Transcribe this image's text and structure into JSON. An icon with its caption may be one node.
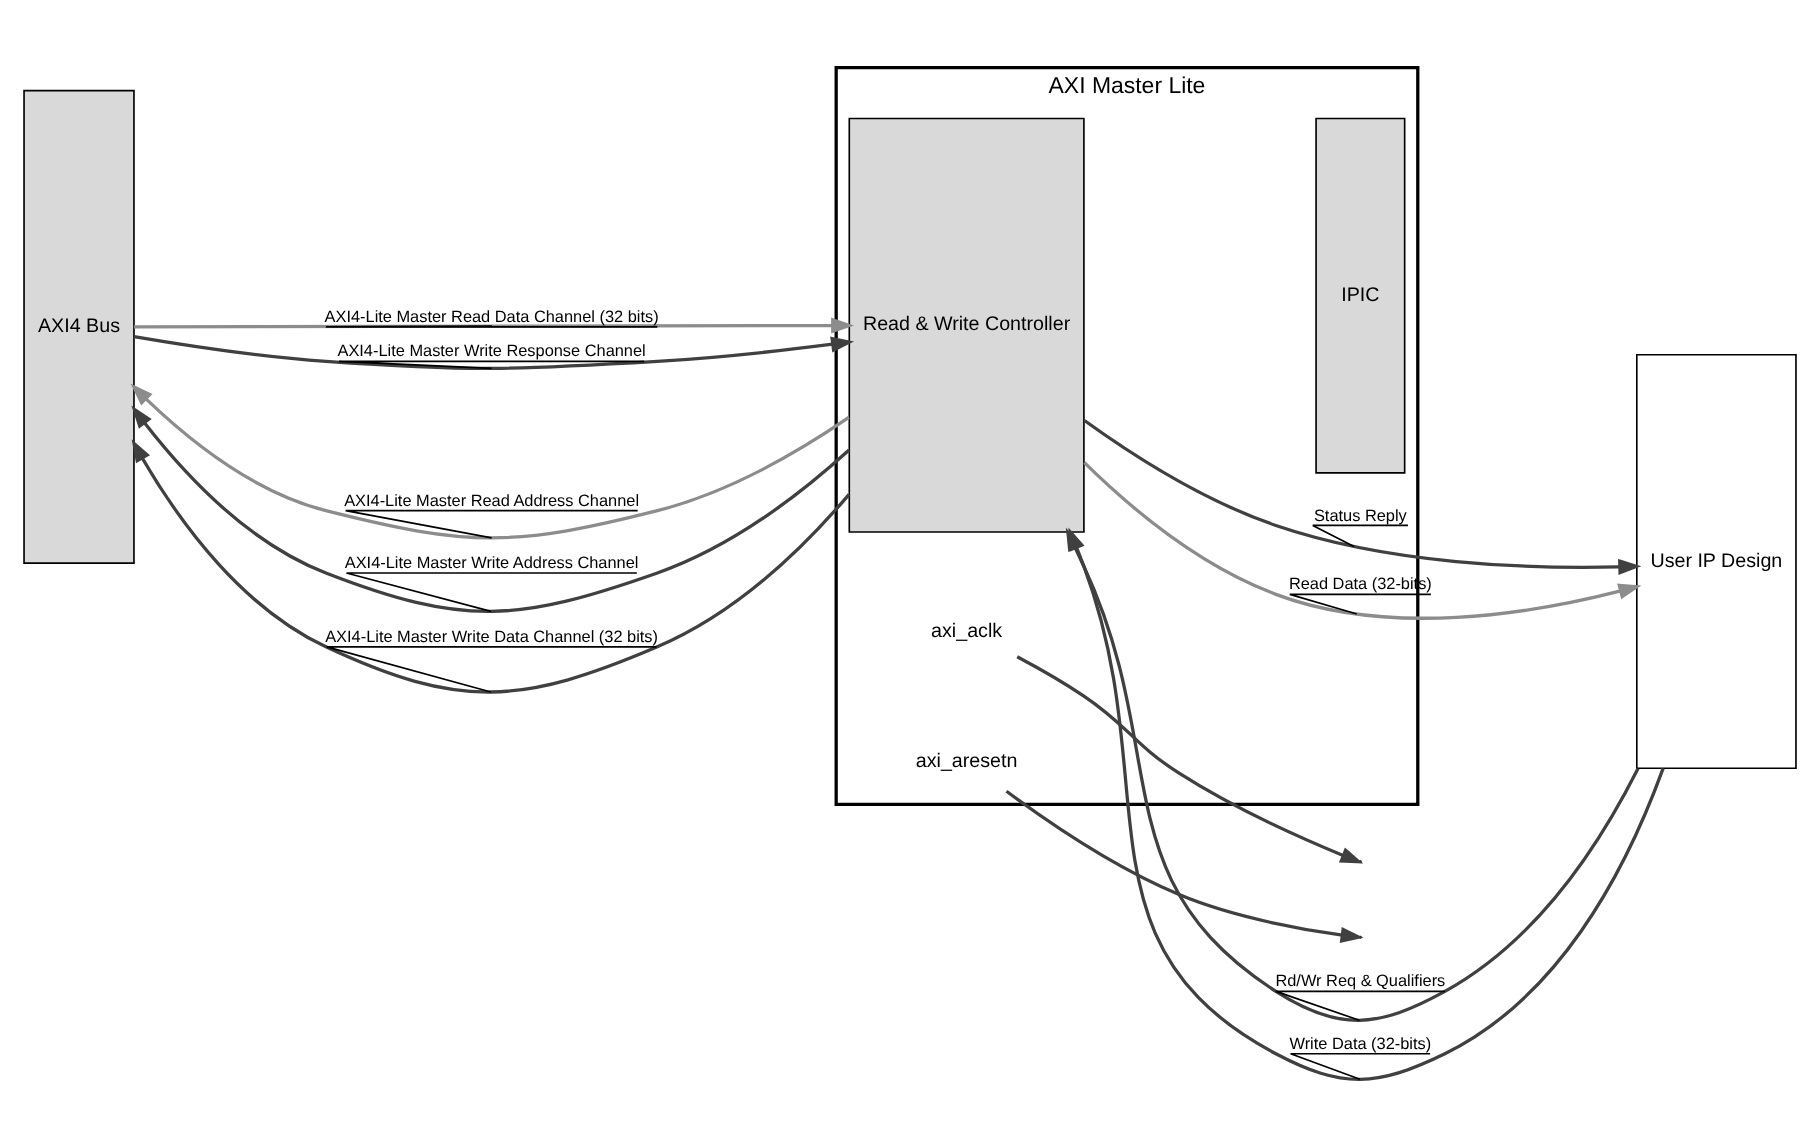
{
  "diagram": {
    "nodes": [
      {
        "text": [
          "AXI4 Bus"
        ]
      },
      {
        "text": [
          "AXI Master Lite"
        ]
      },
      {
        "text": [
          "Read & Write Controller"
        ],
        "in": 1
      },
      {
        "text": [
          "IPIC"
        ],
        "in": 1
      },
      {
        "text": [
          "User IP Design"
        ]
      },
      {
        "text": [
          "axi_aclk"
        ],
        "in": 1
      },
      {
        "text": [
          "axi_aresetn"
        ],
        "in": 1
      }
    ],
    "edges": [
      {
        "from": 5,
        "to": null,
        "arrow": "to"
      },
      {
        "from": 6,
        "to": null,
        "arrow": "to"
      },
      {
        "from": 2,
        "to": 0,
        "arrow": "to",
        "label": "AXI4-Lite Master Read Address Channel",
        "color": "#8c8c8c"
      },
      {
        "from": 0,
        "to": 2,
        "arrow": "to",
        "label": "AXI4-Lite Master Read Data Channel (32 bits)",
        "color": "#8c8c8c"
      },
      {
        "from": 2,
        "to": 0,
        "arrow": "to",
        "label": "AXI4-Lite Master Write Address Channel"
      },
      {
        "from": 2,
        "to": 0,
        "arrow": "to",
        "label": "AXI4-Lite Master Write Data Channel (32 bits)"
      },
      {
        "from": 0,
        "to": 2,
        "arrow": "to",
        "label": "AXI4-Lite Master Write Response Channel"
      },
      {
        "from": 4,
        "to": 2,
        "arrow": "to",
        "label": "Rd/Wr Req & Qualifiers"
      },
      {
        "from": 2,
        "to": 4,
        "arrow": "to",
        "label": "Status Reply"
      },
      {
        "from": 2,
        "to": 4,
        "arrow": "to",
        "label": "Read Data (32-bits)",
        "color": "#8c8c8c"
      },
      {
        "from": 4,
        "to": 2,
        "arrow": "to",
        "label": "Write Data (32-bits)"
      }
    ]
  }
}
